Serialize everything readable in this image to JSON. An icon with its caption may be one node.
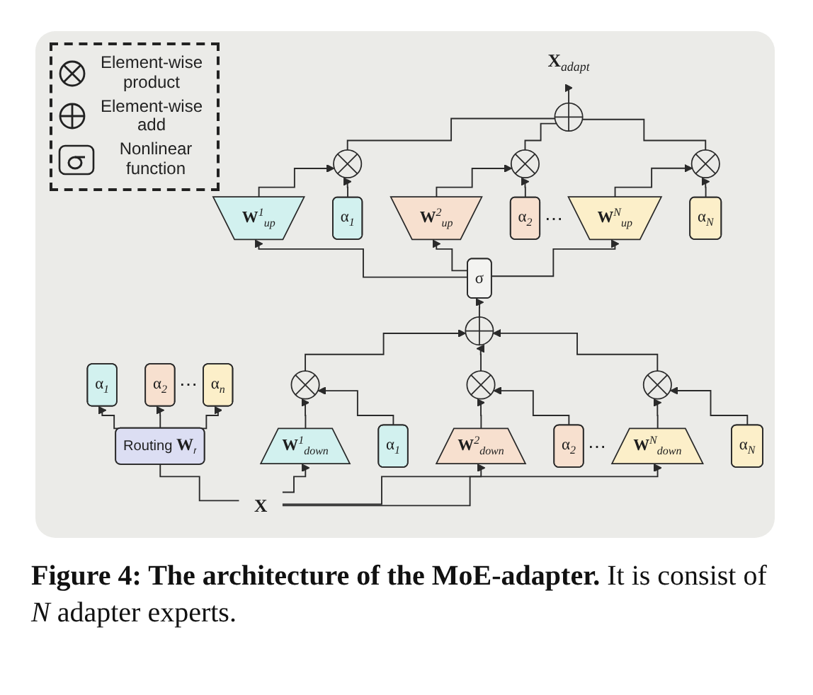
{
  "diagram": {
    "caption": "**Figure 4: The architecture of the MoE-adapter.** It is consist of *N* adapter experts.",
    "nodes": [
      {
        "text": [
          "**X**$_{adapt}$"
        ]
      },
      {
        "text": [],
        "shape": "plus"
      },
      {
        "text": [
          "α$_{1}$"
        ]
      },
      {
        "text": [],
        "shape": "cross"
      },
      {
        "text": [
          "α$_{2}$"
        ]
      },
      {
        "text": [],
        "shape": "cross"
      },
      {
        "text": [
          "α$_{N}$"
        ]
      },
      {
        "text": [],
        "shape": "cross"
      },
      {
        "text": [
          "**W**$^{1}$$_{up}$"
        ]
      },
      {
        "text": [
          "**W**$^{2}$$_{up}$"
        ]
      },
      {
        "text": [
          "**W**$^{N}$$_{up}$"
        ]
      },
      {
        "text": [
          "α$_{1}$"
        ]
      },
      {
        "text": [
          "α$_{2}$"
        ]
      },
      {
        "text": [
          "α$_{n}$"
        ]
      },
      {
        "text": [
          "σ"
        ]
      },
      {
        "text": [],
        "shape": "plus"
      },
      {
        "text": [
          "Routing **W**$_{r}$"
        ]
      },
      {
        "text": [
          "α$_{1}$"
        ]
      },
      {
        "text": [],
        "shape": "cross"
      },
      {
        "text": [
          "α$_{2}$"
        ]
      },
      {
        "text": [],
        "shape": "cross"
      },
      {
        "text": [
          "α$_{N}$"
        ]
      },
      {
        "text": [],
        "shape": "cross"
      },
      {
        "text": [
          "**W**$^{1}$$_{down}$"
        ]
      },
      {
        "text": [
          "**W**$^{2}$$_{down}$"
        ]
      },
      {
        "text": [
          "**W**$^{N}$$_{down}$"
        ]
      },
      {
        "text": [
          "X"
        ]
      }
    ],
    "edges": [
      {
        "from": 26,
        "to": 23,
        "arrow": "to"
      },
      {
        "from": 26,
        "to": 24,
        "arrow": "to"
      },
      {
        "from": 26,
        "to": 25,
        "arrow": "to"
      },
      {
        "from": 26,
        "to": 16,
        "arrow": "none"
      },
      {
        "from": 16,
        "to": 11,
        "arrow": "to"
      },
      {
        "from": 16,
        "to": 12,
        "arrow": "to"
      },
      {
        "from": 16,
        "to": 13,
        "arrow": "to"
      },
      {
        "from": 23,
        "to": 18,
        "arrow": "to"
      },
      {
        "from": 17,
        "to": 18,
        "arrow": "to"
      },
      {
        "from": 24,
        "to": 20,
        "arrow": "to"
      },
      {
        "from": 19,
        "to": 20,
        "arrow": "to"
      },
      {
        "from": 25,
        "to": 22,
        "arrow": "to"
      },
      {
        "from": 21,
        "to": 22,
        "arrow": "to"
      },
      {
        "from": 18,
        "to": 15,
        "arrow": "to"
      },
      {
        "from": 20,
        "to": 15,
        "arrow": "to"
      },
      {
        "from": 22,
        "to": 15,
        "arrow": "to"
      },
      {
        "from": 15,
        "to": 14,
        "arrow": "to"
      },
      {
        "from": 14,
        "to": 8,
        "arrow": "to"
      },
      {
        "from": 14,
        "to": 9,
        "arrow": "to"
      },
      {
        "from": 14,
        "to": 10,
        "arrow": "to"
      },
      {
        "from": 8,
        "to": 3,
        "arrow": "to"
      },
      {
        "from": 2,
        "to": 3,
        "arrow": "to"
      },
      {
        "from": 9,
        "to": 5,
        "arrow": "to"
      },
      {
        "from": 4,
        "to": 5,
        "arrow": "to"
      },
      {
        "from": 10,
        "to": 7,
        "arrow": "to"
      },
      {
        "from": 6,
        "to": 7,
        "arrow": "to"
      },
      {
        "from": 3,
        "to": 1,
        "arrow": "none"
      },
      {
        "from": 5,
        "to": 1,
        "arrow": "none"
      },
      {
        "from": 7,
        "to": 1,
        "arrow": "none"
      },
      {
        "from": 1,
        "to": 0,
        "arrow": "to"
      }
    ],
    "labels": [
      "⋯",
      "⋯",
      "⋯"
    ],
    "legend": [
      {
        "text": "Element-wise product"
      },
      {
        "text": "Element-wise add"
      },
      {
        "text": "Nonlinear function"
      }
    ]
  }
}
